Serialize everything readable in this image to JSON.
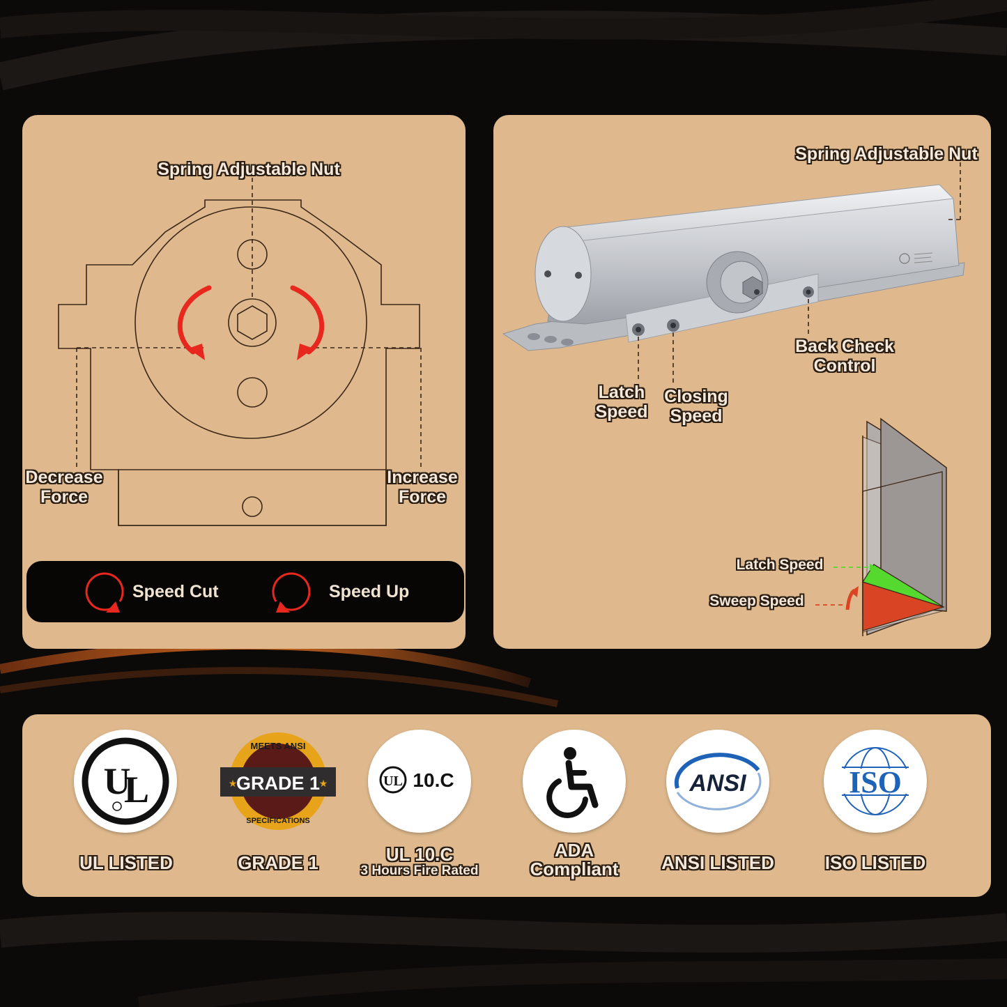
{
  "left_diagram": {
    "top_label": "Spring Adjustable Nut",
    "decrease_label": [
      "Decrease",
      "Force"
    ],
    "increase_label": [
      "Increase",
      "Force"
    ],
    "legend": {
      "speed_cut": "Speed Cut",
      "speed_up": "Speed Up"
    }
  },
  "right_diagram": {
    "spring_nut_label": "Spring Adjustable Nut",
    "back_check_label": [
      "Back Check",
      "Control"
    ],
    "latch_speed_label": [
      "Latch",
      "Speed"
    ],
    "closing_speed_label": [
      "Closing",
      "Speed"
    ],
    "door_latch_speed": "Latch Speed",
    "door_sweep_speed": "Sweep Speed"
  },
  "certifications": [
    {
      "icon": "ul-logo-icon",
      "label": [
        "UL LISTED"
      ]
    },
    {
      "icon": "grade-1-seal-icon",
      "label": [
        "GRADE 1"
      ],
      "seal_top": "MEETS ANSI",
      "seal_middle": "GRADE 1",
      "seal_bottom": "SPECIFICATIONS"
    },
    {
      "icon": "ul-10c-icon",
      "label": [
        "UL 10.C",
        "3 Hours Fire Rated"
      ],
      "badge_text": "10.C"
    },
    {
      "icon": "wheelchair-icon",
      "label": [
        "ADA",
        "Compliant"
      ]
    },
    {
      "icon": "ansi-logo-icon",
      "label": [
        "ANSI LISTED"
      ],
      "badge_text": "ANSI"
    },
    {
      "icon": "iso-logo-icon",
      "label": [
        "ISO LISTED"
      ],
      "badge_text": "ISO"
    }
  ],
  "colors": {
    "panel": "#dfb98d",
    "background": "#0c0a09",
    "arrow_red": "#e8281e",
    "latch_green": "#55d92f",
    "sweep_red": "#d94424"
  }
}
